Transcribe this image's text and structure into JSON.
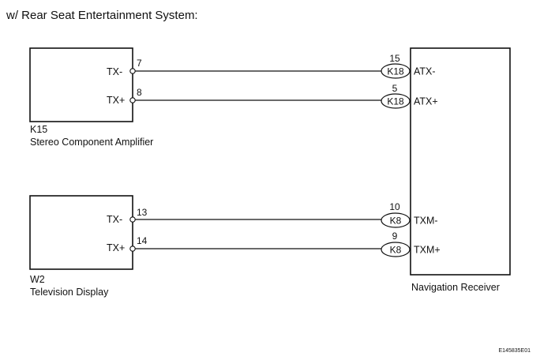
{
  "title": "w/ Rear Seat Entertainment System:",
  "figure_code": "E145835E01",
  "components": {
    "amplifier": {
      "code": "K15",
      "name": "Stereo Component Amplifier",
      "pins": [
        {
          "label": "TX-",
          "number": "7"
        },
        {
          "label": "TX+",
          "number": "8"
        }
      ]
    },
    "display": {
      "code": "W2",
      "name": "Television Display",
      "pins": [
        {
          "label": "TX-",
          "number": "13"
        },
        {
          "label": "TX+",
          "number": "14"
        }
      ]
    },
    "receiver": {
      "name": "Navigation Receiver",
      "pins": [
        {
          "connector": "K18",
          "number": "15",
          "label": "ATX-"
        },
        {
          "connector": "K18",
          "number": "5",
          "label": "ATX+"
        },
        {
          "connector": "K8",
          "number": "10",
          "label": "TXM-"
        },
        {
          "connector": "K8",
          "number": "9",
          "label": "TXM+"
        }
      ]
    }
  }
}
